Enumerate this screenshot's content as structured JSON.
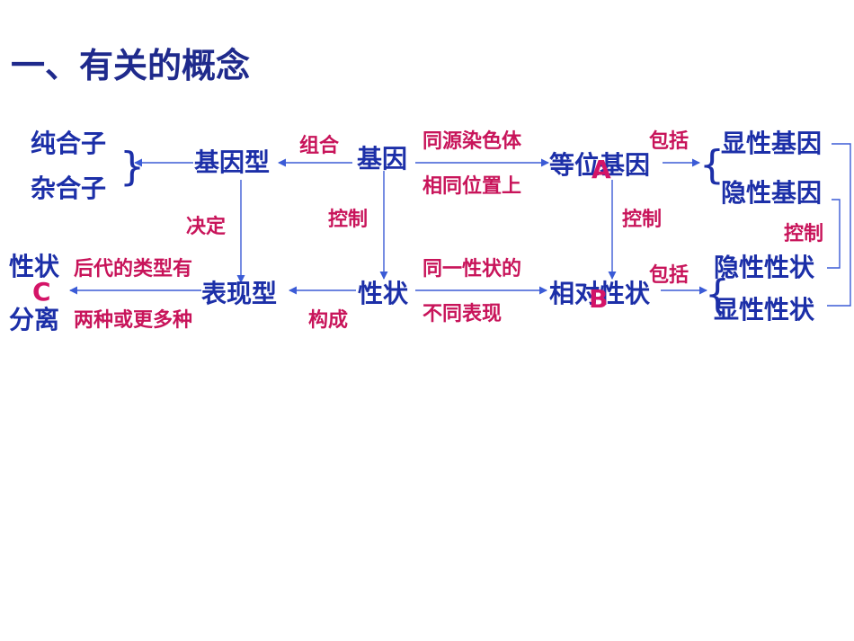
{
  "title": "一、有关的概念",
  "nodes": {
    "pure": "纯合子",
    "hybrid": "杂合子",
    "genotype": "基因型",
    "gene": "基因",
    "allele": "等位基因",
    "dominant_gene": "显性基因",
    "recessive_gene": "隐性基因",
    "trait": "性状",
    "phenotype": "表现型",
    "relative_trait": "相对性状",
    "recessive_trait": "隐性性状",
    "dominant_trait": "显性性状",
    "trait_seg_1": "性状",
    "trait_seg_2": "分离"
  },
  "labels": {
    "combine": "组合",
    "homolog": "同源染色体",
    "same_pos": "相同位置上",
    "include_top": "包括",
    "decide": "决定",
    "control_mid": "控制",
    "control_right": "控制",
    "control_far": "控制",
    "offspring_1": "后代的类型有",
    "offspring_2": "两种或更多种",
    "same_trait": "同一性状的",
    "diff_express": "不同表现",
    "compose": "构成",
    "include_bottom": "包括"
  },
  "marks": {
    "a": "A",
    "b": "B",
    "c": "C"
  },
  "braces": {
    "left": "}",
    "right_top": "{",
    "right_bottom": "{"
  },
  "colors": {
    "node": "#1c2fa8",
    "label": "#c8145a",
    "line": "#3b5bd6",
    "mark": "#d41467"
  }
}
